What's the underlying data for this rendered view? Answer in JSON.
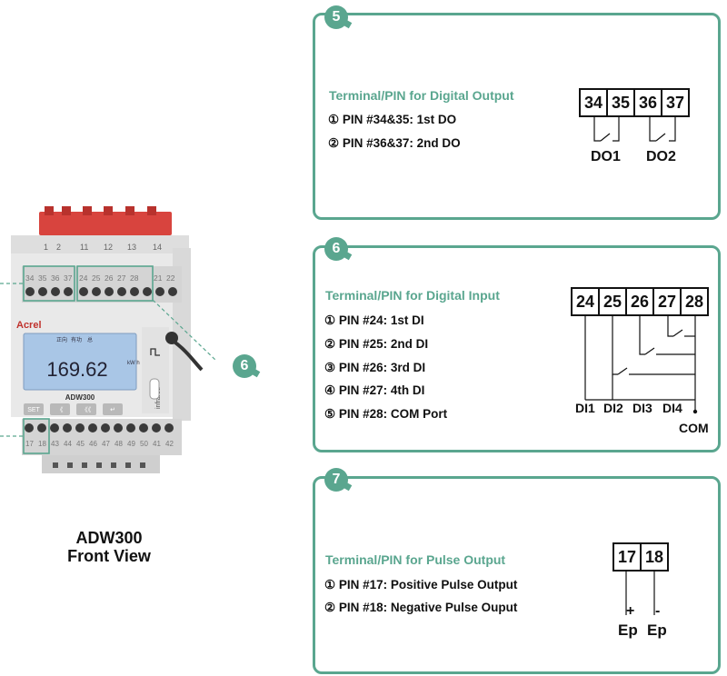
{
  "device": {
    "top_terminal_labels": [
      "1",
      "2",
      "11",
      "12",
      "13",
      "14"
    ],
    "upper_row_labels": [
      "34",
      "35",
      "36",
      "37",
      "24",
      "25",
      "26",
      "27",
      "28",
      "21",
      "22"
    ],
    "brand": "Acrel",
    "display_small": [
      "正向",
      "有功",
      "总"
    ],
    "display_reading": "169.62",
    "display_unit": "kW h",
    "model": "ADW300",
    "infrared_label": "infrared",
    "button_labels": [
      "SET",
      "《",
      "《《",
      "↵"
    ],
    "bottom_row_labels": [
      "17",
      "18",
      "43",
      "44",
      "45",
      "46",
      "47",
      "48",
      "49",
      "50",
      "41",
      "42"
    ],
    "caption_line1": "ADW300",
    "caption_line2": "Front View"
  },
  "callouts": [
    {
      "number": "6"
    }
  ],
  "panels": [
    {
      "badge": "5",
      "title": "Terminal/PIN for Digital Output",
      "items": [
        "① PIN #34&35: 1st DO",
        "② PIN #36&37: 2nd DO"
      ],
      "terminals": [
        "34",
        "35",
        "36",
        "37"
      ],
      "diagram_labels": [
        "DO1",
        "DO2"
      ]
    },
    {
      "badge": "6",
      "title": "Terminal/PIN for Digital Input",
      "items": [
        "① PIN #24: 1st DI",
        "② PIN #25: 2nd DI",
        "③ PIN #26: 3rd DI",
        "④ PIN #27: 4th DI",
        "⑤ PIN #28: COM Port"
      ],
      "terminals": [
        "24",
        "25",
        "26",
        "27",
        "28"
      ],
      "diagram_labels": [
        "DI1",
        "DI2",
        "DI3",
        "DI4",
        "COM"
      ]
    },
    {
      "badge": "7",
      "title": "Terminal/PIN for Pulse Output",
      "items": [
        "① PIN #17: Positive Pulse Output",
        "② PIN #18: Negative Pulse Ouput"
      ],
      "terminals": [
        "17",
        "18"
      ],
      "signs": [
        "+",
        "-"
      ],
      "diagram_labels": [
        "Ep",
        "Ep"
      ]
    }
  ],
  "colors": {
    "accent": "#5aa68f",
    "terminal_red": "#d8443e",
    "lcd": "#a9c6e6",
    "housing": "#e9e9e9"
  }
}
